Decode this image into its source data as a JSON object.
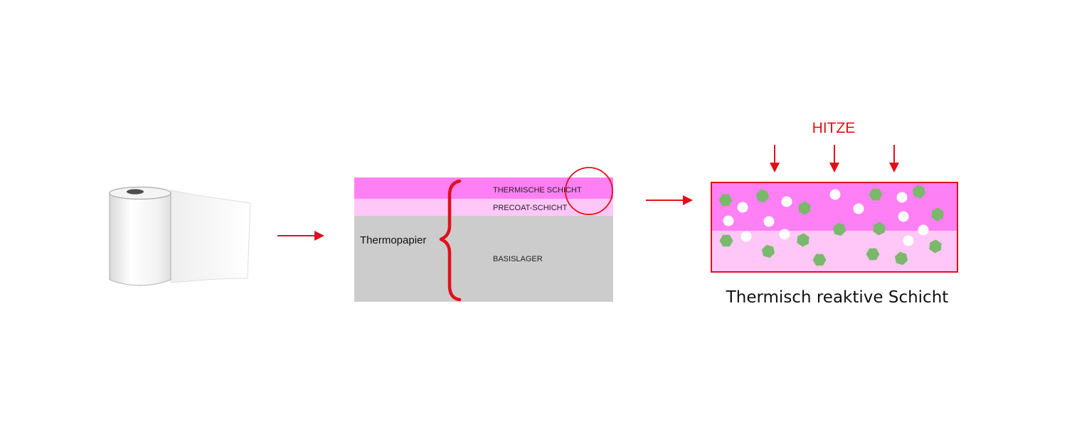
{
  "colors": {
    "red": "#e0101a",
    "magenta": "#ff80f4",
    "light_pink": "#ffc6f8",
    "gray": "#cccccc",
    "green": "#7ab86c",
    "white_particle": "#ffffff"
  },
  "layers": {
    "thermal_layer": "THERMISCHE SCHICHT",
    "precoat_layer": "PRECOAT-SCHICHT",
    "base_layer": "BASISLAGER",
    "brace_label": "Thermopapier"
  },
  "reactive": {
    "heat_label": "HITZE",
    "caption": "Thermisch reaktive Schicht"
  },
  "icons": {
    "roll": "paper-roll-icon",
    "arrow": "arrow-right-icon",
    "heat_arrow": "arrow-down-icon",
    "magnifier": "zoom-circle-icon"
  }
}
